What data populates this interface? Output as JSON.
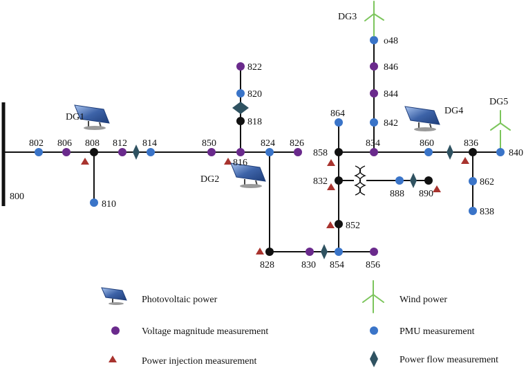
{
  "colors": {
    "voltage_node": "#6a2a8c",
    "pmu_node": "#3a74c8",
    "junction_node": "#111111",
    "injection_marker": "#a8332e",
    "flow_marker": "#2f5261",
    "wind": "#7cc55c",
    "panel": "#3d63a8"
  },
  "bus_labels": {
    "b800": "800",
    "b802": "802",
    "b806": "806",
    "b808": "808",
    "b810": "810",
    "b812": "812",
    "b814": "814",
    "b850": "850",
    "b816": "816",
    "b818": "818",
    "b820": "820",
    "b822": "822",
    "b824": "824",
    "b826": "826",
    "b828": "828",
    "b830": "830",
    "b854": "854",
    "b856": "856",
    "b852": "852",
    "b832": "832",
    "b858": "858",
    "b864": "864",
    "b834": "834",
    "b842": "842",
    "b844": "844",
    "b846": "846",
    "b848": "o48",
    "b860": "860",
    "b836": "836",
    "b840": "840",
    "b862": "862",
    "b838": "838",
    "b888": "888",
    "b890": "890"
  },
  "dg_labels": {
    "dg1": "DG1",
    "dg2": "DG2",
    "dg3": "DG3",
    "dg4": "DG4",
    "dg5": "DG5"
  },
  "legend": {
    "photovoltaic": "Photovoltaic power",
    "wind": "Wind power",
    "voltage": "Voltage magnitude measurement",
    "pmu": "PMU measurement",
    "injection": "Power injection measurement",
    "flow": "Power flow measurement"
  }
}
